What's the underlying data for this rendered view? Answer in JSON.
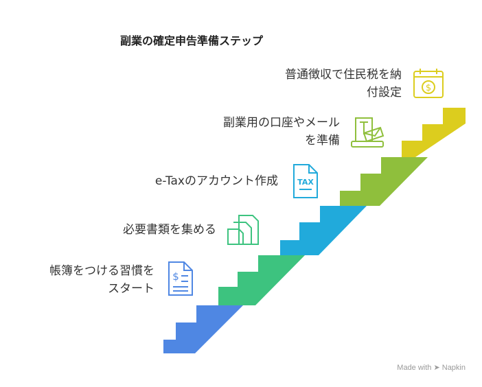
{
  "title": "副業の確定申告準備ステップ",
  "steps": [
    {
      "label": "帳簿をつける習慣をスタート",
      "line1": "帳簿をつける習慣を",
      "line2": "スタート",
      "icon": "receipt-dollar-icon",
      "color": "#4f87e3"
    },
    {
      "label": "必要書類を集める",
      "line1": "必要書類を集める",
      "icon": "documents-icon",
      "color": "#3dc37f"
    },
    {
      "label": "e-Taxのアカウント作成",
      "line1": "e-Taxのアカウント作成",
      "icon": "tax-document-icon",
      "icon_text": "TAX",
      "color": "#21aadb"
    },
    {
      "label": "副業用の口座やメールを準備",
      "line1": "副業用の口座やメール",
      "line2": "を準備",
      "icon": "mailbox-icon",
      "color": "#8fbf3c"
    },
    {
      "label": "普通徴収で住民税を納付設定",
      "line1": "普通徴収で住民税を納",
      "line2": "付設定",
      "icon": "calendar-dollar-icon",
      "color": "#dccd1e"
    }
  ],
  "credit": "Made with ➤ Napkin"
}
